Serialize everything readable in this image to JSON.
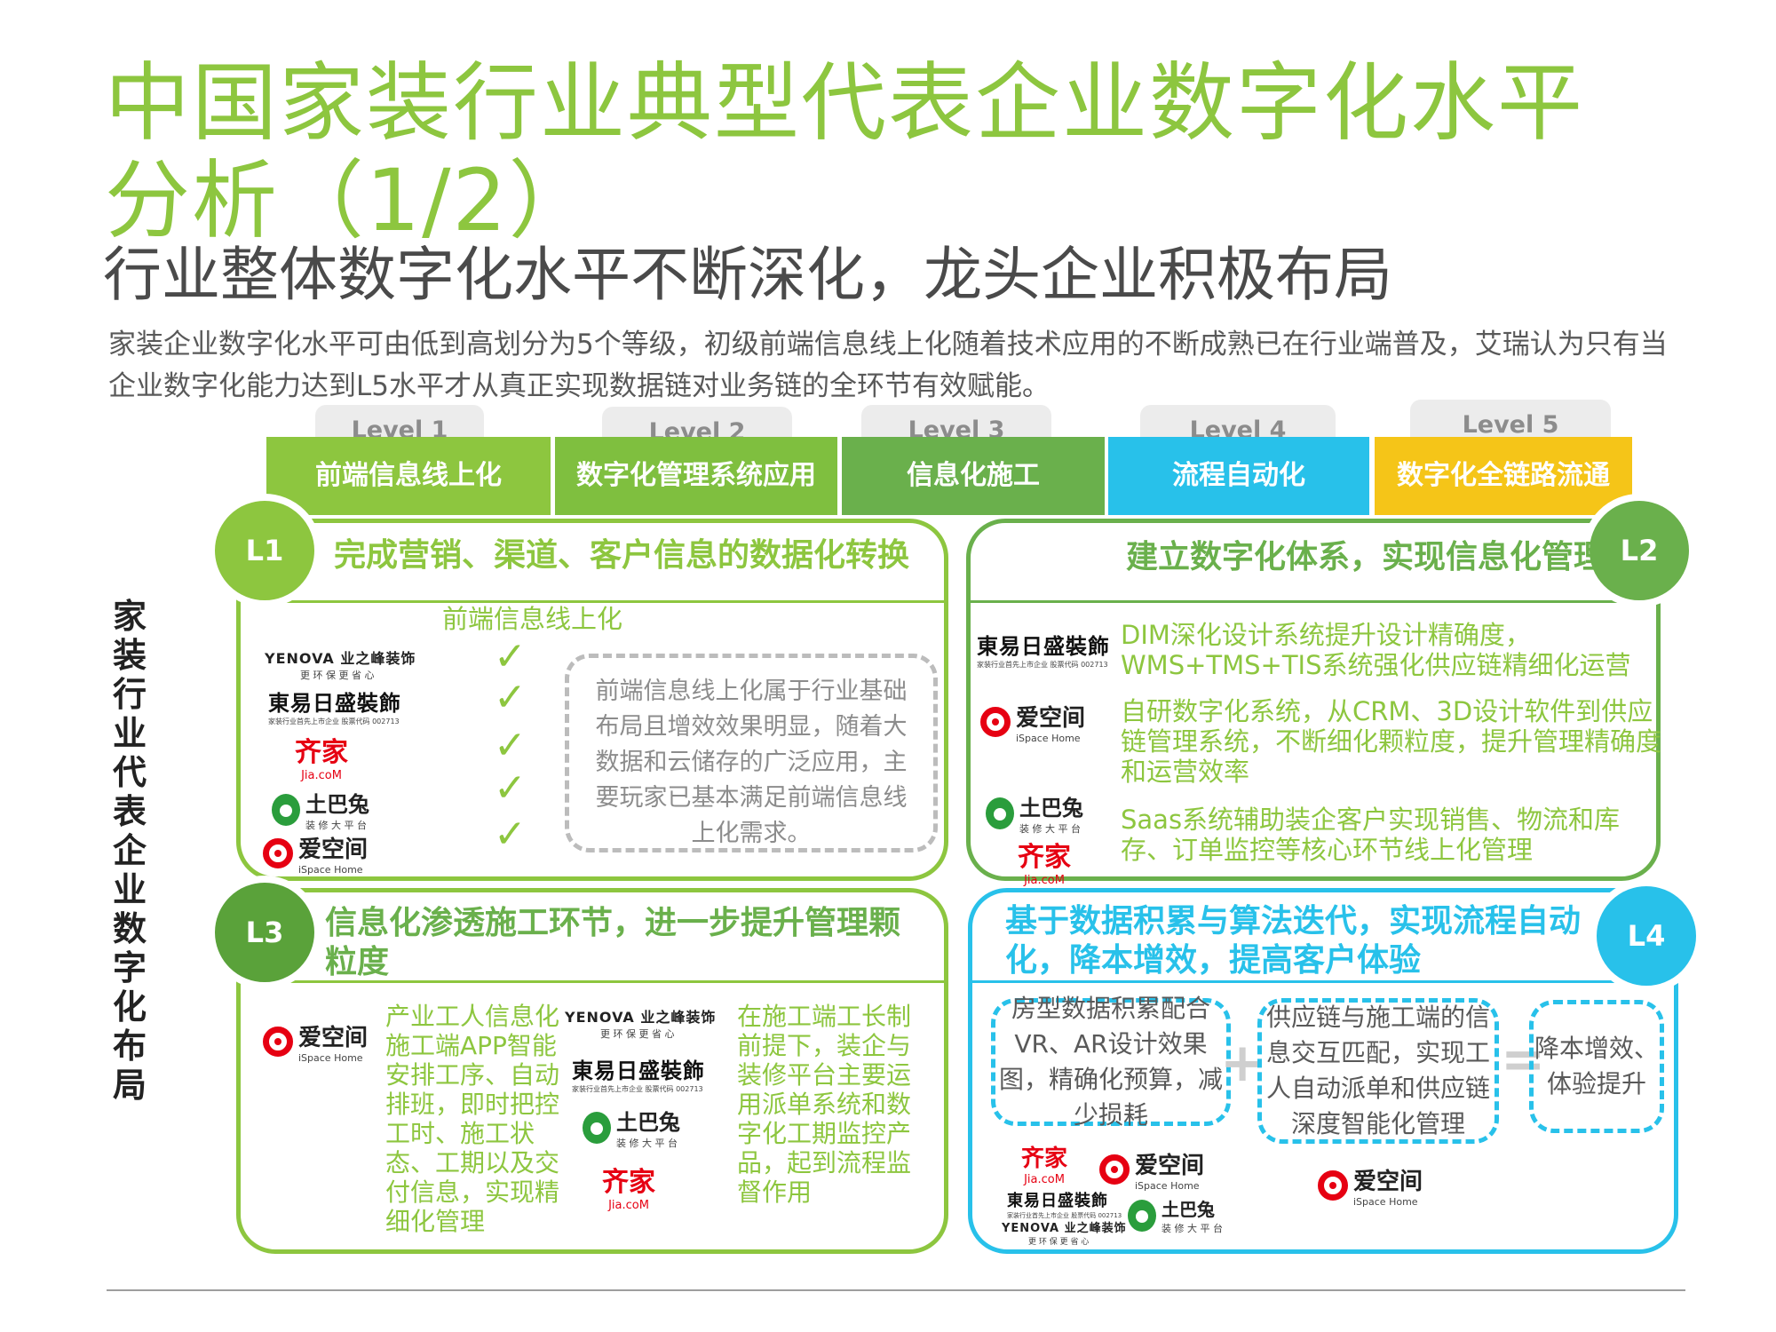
{
  "header": {
    "title_line1": "中国家装行业典型代表企业数字化水平",
    "title_line2": "分析（1/2）",
    "subtitle": "行业整体数字化水平不断深化，龙头企业积极布局",
    "intro": "家装企业数字化水平可由低到高划分为5个等级，初级前端信息线上化随着技术应用的不断成熟已在行业端普及，艾瑞认为只有当企业数字化能力达到L5水平才从真正实现数据链对业务链的全环节有效赋能。"
  },
  "sidebar": {
    "label": "家装行业代表企业数字化布局"
  },
  "levels": [
    {
      "tab": "Level 1",
      "name": "前端信息线上化",
      "color": "#8dc63f"
    },
    {
      "tab": "Level 2",
      "name": "数字化管理系统应用",
      "color": "#7fbf3f"
    },
    {
      "tab": "Level 3",
      "name": "信息化施工",
      "color": "#6ab04c"
    },
    {
      "tab": "Level 4",
      "name": "流程自动化",
      "color": "#28c1ea"
    },
    {
      "tab": "Level 5",
      "name": "数字化全链路流通",
      "color": "#f5c518"
    }
  ],
  "logos": {
    "yenova": "YENOVA 业之峰装饰",
    "yenova_sub": "更 环 保 更 省 心",
    "dongyi": "東易日盛裝飾",
    "dongyi_sub": "家装行业首先上市企业 股票代码 002713",
    "qijia": "齐家",
    "qijia_sub": "Jia.coM",
    "aiq": "爱空间",
    "aiq_sub": "iSpace Home",
    "tbt": "土巴兔",
    "tbt_sub": "装 修 大 平 台"
  },
  "l1": {
    "badge": "L1",
    "heading": "完成营销、渠道、客户信息的数据化转换",
    "column_label": "前端信息线上化",
    "check": "✓",
    "note": "前端信息线上化属于行业基础布局且增效效果明显，随着大数据和云储存的广泛应用，主要玩家已基本满足前端信息线上化需求。"
  },
  "l2": {
    "badge": "L2",
    "heading": "建立数字化体系，实现信息化管理",
    "item1": "DIM深化设计系统提升设计精确度，WMS+TMS+TIS系统强化供应链精细化运营",
    "item2": "自研数字化系统，从CRM、3D设计软件到供应链管理系统，不断细化颗粒度，提升管理精确度和运营效率",
    "item3": "Saas系统辅助装企客户实现销售、物流和库存、订单监控等核心环节线上化管理"
  },
  "l3": {
    "badge": "L3",
    "heading": "信息化渗透施工环节，进一步提升管理颗粒度",
    "left_text": "产业工人信息化施工端APP智能安排工序、自动排班，即时把控工时、施工状态、工期以及交付信息，实现精细化管理",
    "right_text": "在施工端工长制前提下，装企与装修平台主要运用派单系统和数字化工期监控产品，起到流程监督作用"
  },
  "l4": {
    "badge": "L4",
    "heading": "基于数据积累与算法迭代，实现流程自动化，降本增效，提高客户体验",
    "box1": "房型数据积累配合VR、AR设计效果图，精确化预算，减少损耗",
    "box2": "供应链与施工端的信息交互匹配，实现工人自动派单和供应链深度智能化管理",
    "box3": "降本增效、体验提升",
    "plus": "+",
    "equals": "="
  }
}
